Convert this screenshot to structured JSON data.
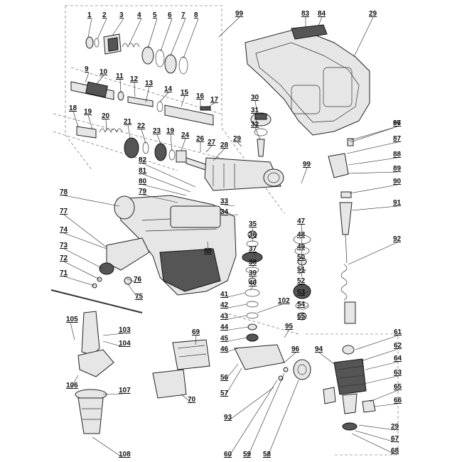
{
  "part_numbers": [
    "1",
    "2",
    "3",
    "4",
    "5",
    "6",
    "7",
    "8",
    "9",
    "10",
    "11",
    "12",
    "13",
    "14",
    "15",
    "16",
    "17",
    "18",
    "19",
    "20",
    "21",
    "22",
    "23",
    "19",
    "24",
    "26",
    "27",
    "28",
    "29",
    "30",
    "31",
    "32",
    "33",
    "34",
    "35",
    "36",
    "37",
    "38",
    "39",
    "40",
    "41",
    "42",
    "43",
    "44",
    "45",
    "46",
    "47",
    "48",
    "49",
    "50",
    "51",
    "52",
    "53",
    "54",
    "55",
    "56",
    "57",
    "58",
    "59",
    "60",
    "61",
    "62",
    "63",
    "64",
    "65",
    "66",
    "29",
    "67",
    "68",
    "69",
    "70",
    "71",
    "72",
    "73",
    "74",
    "75",
    "76",
    "77",
    "78",
    "79",
    "80",
    "81",
    "82",
    "83",
    "84",
    "29",
    "85",
    "86",
    "87",
    "88",
    "89",
    "90",
    "91",
    "92",
    "93",
    "94",
    "95",
    "96",
    "97",
    "99",
    "99",
    "102",
    "103",
    "104",
    "105",
    "106",
    "107",
    "108"
  ]
}
